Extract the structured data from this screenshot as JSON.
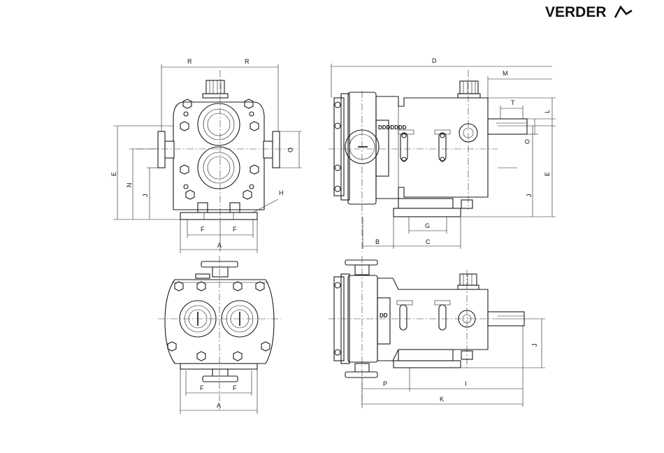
{
  "logo": {
    "text": "VERDER"
  },
  "labels": {
    "R": "R",
    "D": "D",
    "M": "M",
    "T": "T",
    "L": "L",
    "O": "O",
    "E": "E",
    "N": "N",
    "J": "J",
    "H": "H",
    "F": "F",
    "A": "A",
    "B": "B",
    "C": "C",
    "G": "G",
    "P": "P",
    "I": "I",
    "K": "K"
  }
}
